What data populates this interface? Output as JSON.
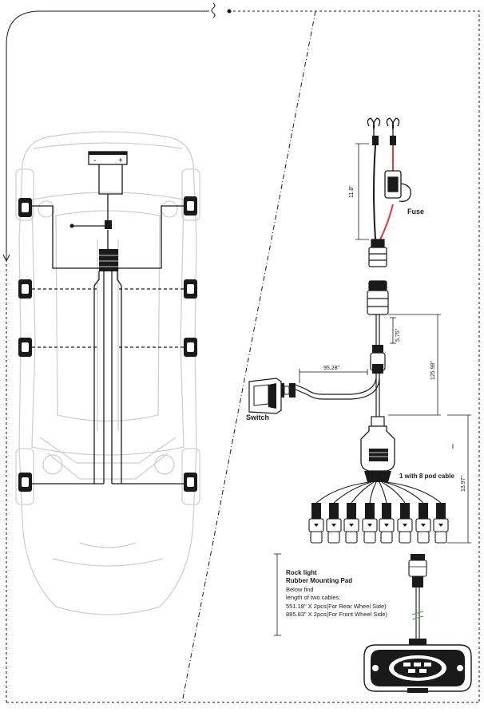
{
  "labels": {
    "fuse": "Fuse",
    "switch": "Switch",
    "pod_cable": "1 with 8 pod cable",
    "battery_minus": "-",
    "battery_plus": "+"
  },
  "dimensions": {
    "fuse_lead": "11.8\"",
    "short_lead": "5.75\"",
    "trunk": "125.98\"",
    "switch_lead": "95.28\"",
    "total": "13.97\""
  },
  "info_box": {
    "title_line1": "Rock light",
    "title_line2": "Rubber Mounting Pad",
    "line1": "Below find",
    "line2": "length of two cables:",
    "line3": "551.18\" X 2pcs(For Rear Wheel Side)",
    "line4": "885.83\" X 2pcs(For Front Wheel Side)"
  },
  "colors": {
    "line": "#1a1a1a",
    "car_outline": "#cfcfcf",
    "red_wire": "#e23a3a",
    "green_mark": "#3caa3c"
  }
}
